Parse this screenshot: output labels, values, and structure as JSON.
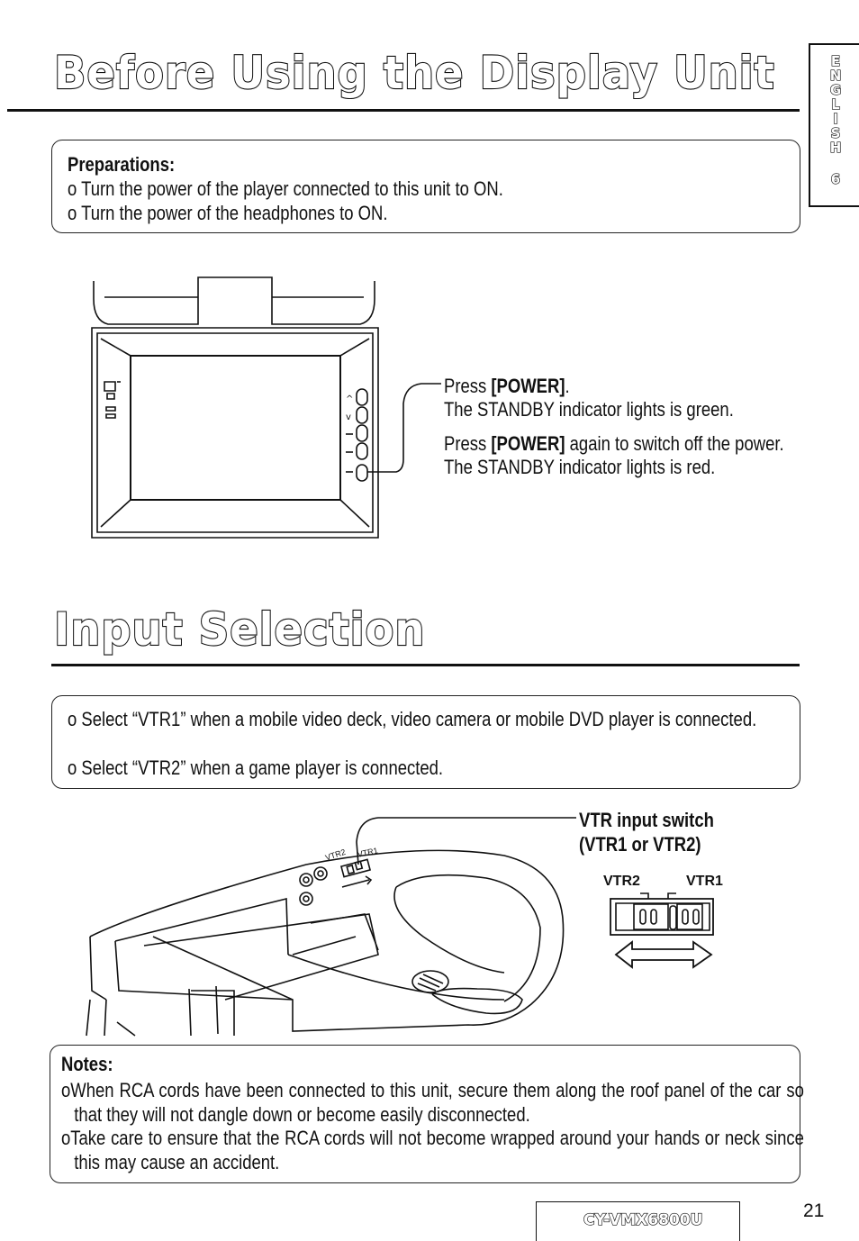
{
  "section1": {
    "title": "Before Using the Display Unit",
    "preparations": {
      "heading": "Preparations:",
      "items": [
        "Turn the power of the player connected to this unit to ON.",
        "Turn the power of the headphones to ON."
      ]
    },
    "power": {
      "press_prefix": "Press ",
      "key_label": "[POWER]",
      "press_suffix": ".",
      "line_green": "The STANDBY indicator lights is green.",
      "again_prefix": "Press ",
      "again_key": "[POWER]",
      "again_suffix": " again to switch off the power.",
      "line_red": "The STANDBY indicator lights is red."
    }
  },
  "section2": {
    "title": "Input Selection",
    "items": [
      "Select “VTR1” when a mobile video deck, video camera or mobile DVD player is connected.",
      "Select “VTR2” when a game player is connected."
    ],
    "switch_label_line1": "VTR input switch",
    "switch_label_line2": "(VTR1 or VTR2)",
    "switch_left": "VTR2",
    "switch_right": "VTR1",
    "small_vtr2": "VTR2",
    "small_vtr1": "VTR1"
  },
  "notes": {
    "heading": "Notes:",
    "items": [
      "When RCA cords have been connected to this unit, secure them along the roof panel of the car so that they will not dangle down or become easily disconnected.",
      "Take care to ensure that the RCA cords will not become wrapped around your hands or neck since this may cause an accident."
    ]
  },
  "side_tab": {
    "letters": [
      "E",
      "N",
      "G",
      "L",
      "I",
      "S",
      "H"
    ],
    "number": "6"
  },
  "footer": {
    "model": "CY-VMX6800U",
    "page_number": "21"
  },
  "bullet_glyph": "o"
}
